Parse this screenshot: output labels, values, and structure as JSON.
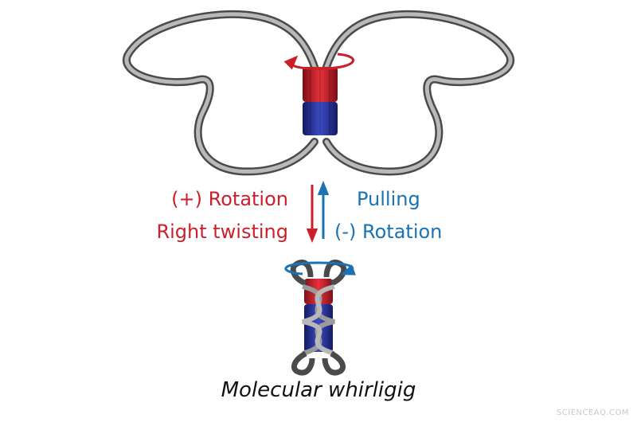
{
  "labels": {
    "pos_rotation": "(+) Rotation",
    "right_twisting": "Right twisting",
    "pulling": "Pulling",
    "neg_rotation": "(-) Rotation"
  },
  "caption": "Molecular whirligig",
  "watermark": "SCIENCEAQ.COM",
  "colors": {
    "red": "#cc1f2b",
    "blue": "#1a73b5",
    "magnet_red": "#c8202a",
    "magnet_blue": "#2a35a0",
    "dna_strand": "#8a8a8a"
  }
}
